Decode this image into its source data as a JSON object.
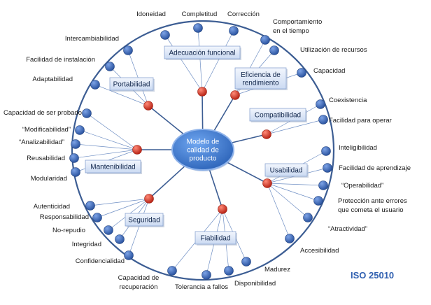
{
  "center": {
    "lines": [
      "Modelo de",
      "calidad de",
      "producto"
    ]
  },
  "standard": "ISO 25010",
  "characteristics": [
    {
      "id": "adecuacion",
      "lines": [
        "Adecuación funcional"
      ],
      "subs": [
        {
          "lines": [
            "Idoneidad"
          ]
        },
        {
          "lines": [
            "Completitud"
          ]
        },
        {
          "lines": [
            "Corrección"
          ]
        }
      ]
    },
    {
      "id": "eficiencia",
      "lines": [
        "Eficiencia de",
        "rendimiento"
      ],
      "subs": [
        {
          "lines": [
            "Comportamiento",
            "en el tiempo"
          ]
        },
        {
          "lines": [
            "Utilización de recursos"
          ]
        },
        {
          "lines": [
            "Capacidad"
          ]
        }
      ]
    },
    {
      "id": "compatibilidad",
      "lines": [
        "Compatibilidad"
      ],
      "subs": [
        {
          "lines": [
            "Coexistencia"
          ]
        },
        {
          "lines": [
            "Facilidad para operar"
          ]
        }
      ]
    },
    {
      "id": "usabilidad",
      "lines": [
        "Usabilidad"
      ],
      "subs": [
        {
          "lines": [
            "Inteligibilidad"
          ]
        },
        {
          "lines": [
            "Facilidad de aprendizaje"
          ]
        },
        {
          "lines": [
            "“Operabilidad”"
          ]
        },
        {
          "lines": [
            "Protección ante errores",
            "que cometa el usuario"
          ]
        },
        {
          "lines": [
            "“Atractividad”"
          ]
        },
        {
          "lines": [
            "Accesibilidad"
          ]
        }
      ]
    },
    {
      "id": "fiabilidad",
      "lines": [
        "Fiabilidad"
      ],
      "subs": [
        {
          "lines": [
            "Madurez"
          ]
        },
        {
          "lines": [
            "Disponibilidad"
          ]
        },
        {
          "lines": [
            "Tolerancia a fallos"
          ]
        },
        {
          "lines": [
            "Capacidad de",
            "recuperación"
          ]
        }
      ]
    },
    {
      "id": "seguridad",
      "lines": [
        "Seguridad"
      ],
      "subs": [
        {
          "lines": [
            "Confidencialidad"
          ]
        },
        {
          "lines": [
            "Integridad"
          ]
        },
        {
          "lines": [
            "No-repudio"
          ]
        },
        {
          "lines": [
            "Responsabilidad"
          ]
        },
        {
          "lines": [
            "Autenticidad"
          ]
        }
      ]
    },
    {
      "id": "mantenibilidad",
      "lines": [
        "Mantenibilidad"
      ],
      "subs": [
        {
          "lines": [
            "Modularidad"
          ]
        },
        {
          "lines": [
            "Reusabilidad"
          ]
        },
        {
          "lines": [
            "“Analizabilidad”"
          ]
        },
        {
          "lines": [
            "“Modificabilidad”"
          ]
        },
        {
          "lines": [
            "Capacidad de ser probado"
          ]
        }
      ]
    },
    {
      "id": "portabilidad",
      "lines": [
        "Portabilidad"
      ],
      "subs": [
        {
          "lines": [
            "Adaptabilidad"
          ]
        },
        {
          "lines": [
            "Facilidad de instalación"
          ]
        },
        {
          "lines": [
            "Intercambiabilidad"
          ]
        }
      ]
    }
  ],
  "colors": {
    "ring": "#3c5d93",
    "node": "#3b66b5",
    "hub": "#d23a2a",
    "box_fill": "#dbe6f6",
    "box_stroke": "#8aa4d0",
    "center_fill": "#3f7ed6",
    "spoke": "#3c5d93",
    "thin": "#6f8fc4"
  }
}
